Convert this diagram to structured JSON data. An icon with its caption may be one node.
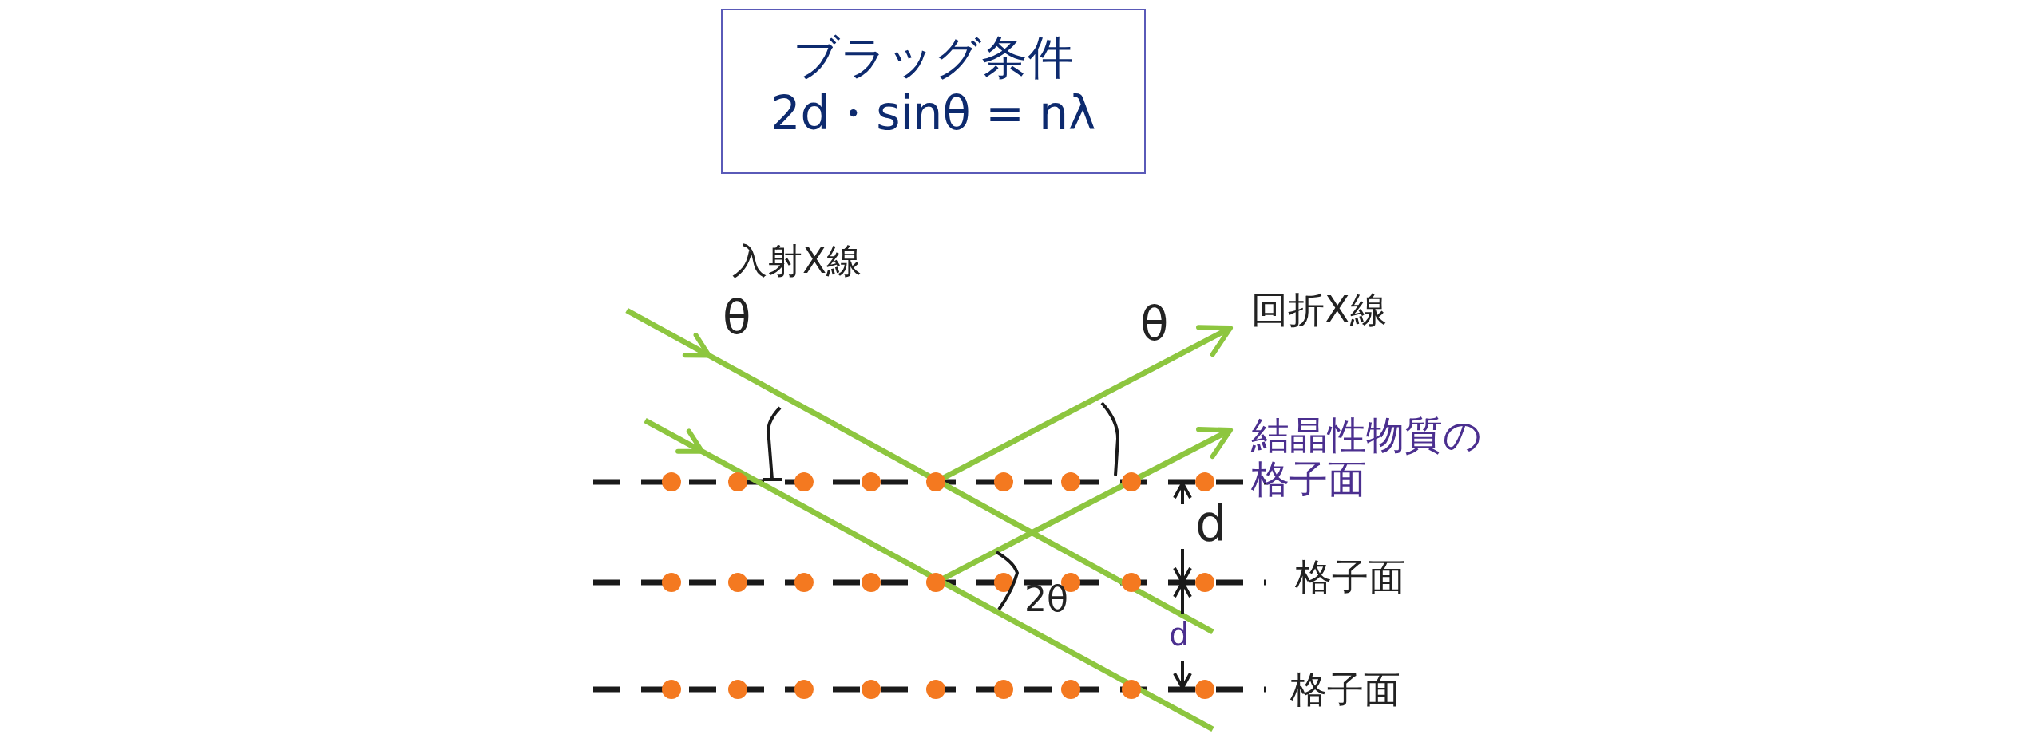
{
  "diagram": {
    "nodes": [
      {
        "text": [
          "ブラッグ条件",
          "2d・sinθ = nλ"
        ]
      }
    ],
    "labels": [
      "入射X線",
      "θ",
      "θ",
      "回折X線",
      "結晶性物質の格子面",
      "d",
      "格子面",
      "2θ",
      "d",
      "格子面"
    ]
  }
}
